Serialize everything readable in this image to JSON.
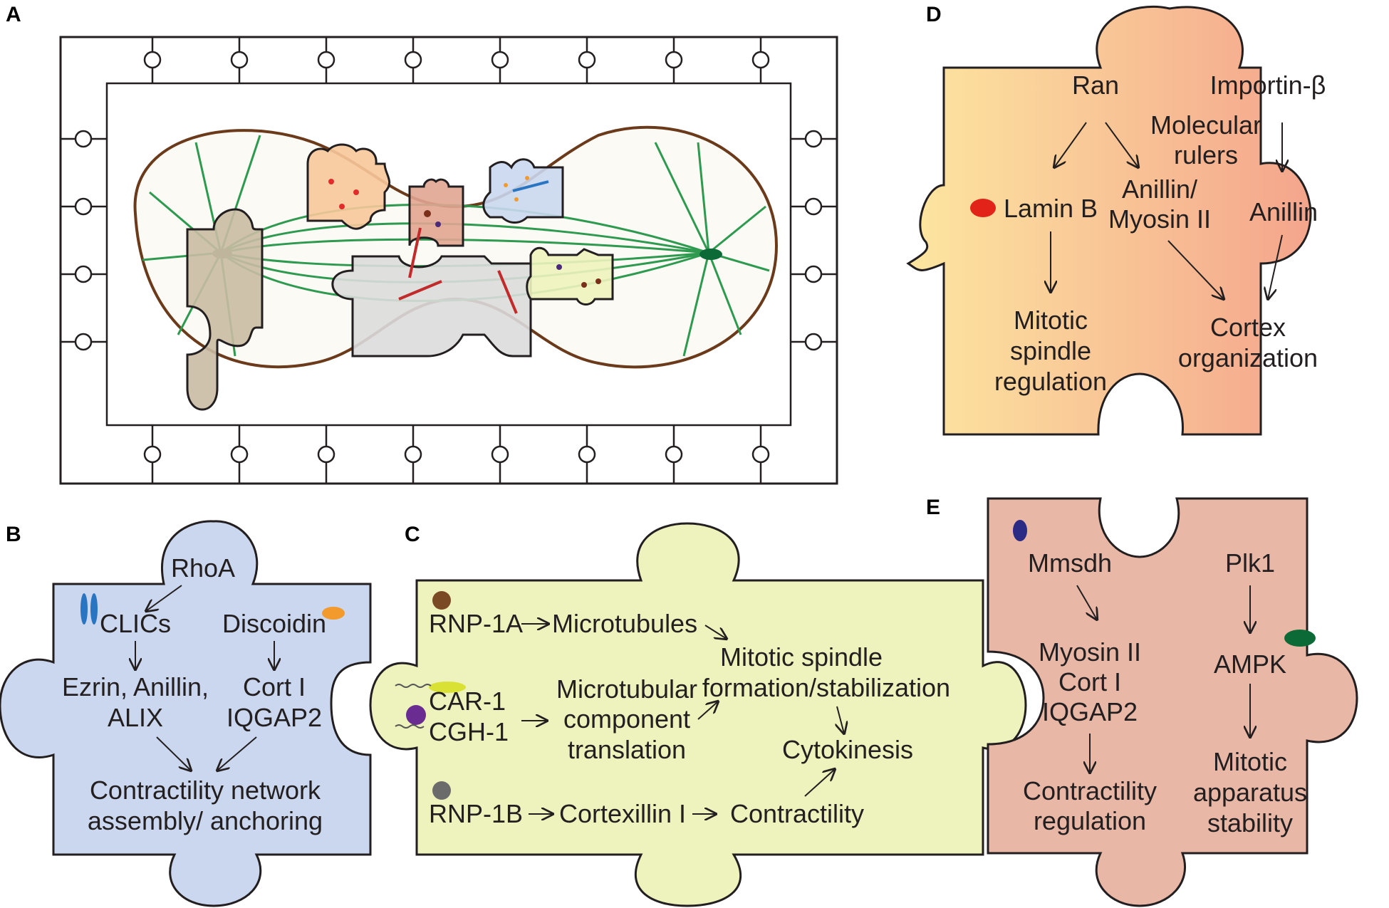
{
  "panels": {
    "a": "A",
    "b": "B",
    "c": "C",
    "d": "D",
    "e": "E"
  },
  "panel_b": {
    "rhoa": "RhoA",
    "clics": "CLICs",
    "discoidin": "Discoidin",
    "ezrin_line1": "Ezrin, Anillin,",
    "ezrin_line2": "ALIX",
    "cort_line1": "Cort I",
    "cort_line2": "IQGAP2",
    "contract_line1": "Contractility network",
    "contract_line2": "assembly/ anchoring"
  },
  "panel_c": {
    "rnp1a": "RNP-1A",
    "microtubules": "Microtubules",
    "spindle_line1": "Mitotic spindle",
    "spindle_line2": "formation/stabilization",
    "car1": "CAR-1",
    "cgh1": "CGH-1",
    "mct_line1": "Microtubular",
    "mct_line2": "component",
    "mct_line3": "translation",
    "cytokinesis": "Cytokinesis",
    "rnp1b": "RNP-1B",
    "cortexillin": "Cortexillin I",
    "contractility": "Contractility"
  },
  "panel_d": {
    "ran": "Ran",
    "importin": "Importin-β",
    "rulers_line1": "Molecular",
    "rulers_line2": "rulers",
    "laminb": "Lamin B",
    "anm_line1": "Anillin/",
    "anm_line2": "Myosin II",
    "anillin": "Anillin",
    "msr_line1": "Mitotic",
    "msr_line2": "spindle",
    "msr_line3": "regulation",
    "cortex_line1": "Cortex",
    "cortex_line2": "organization"
  },
  "panel_e": {
    "mmsdh": "Mmsdh",
    "plk1": "Plk1",
    "mc_line1": "Myosin II",
    "mc_line2": "Cort I",
    "mc_line3": "IQGAP2",
    "ampk": "AMPK",
    "cr_line1": "Contractility",
    "cr_line2": "regulation",
    "mas_line1": "Mitotic",
    "mas_line2": "apparatus",
    "mas_line3": "stability"
  },
  "colors": {
    "panel_b_fill": "#cad7ee",
    "panel_c_fill": "#eef2bd",
    "panel_d_fill_left": "#fde6a0",
    "panel_d_fill_right": "#f4a58c",
    "panel_e_fill": "#e8b7a6",
    "cell_outline": "#6b3a1a",
    "microtubule": "#2e9a4f",
    "spindle_pole": "#0b6a35"
  }
}
